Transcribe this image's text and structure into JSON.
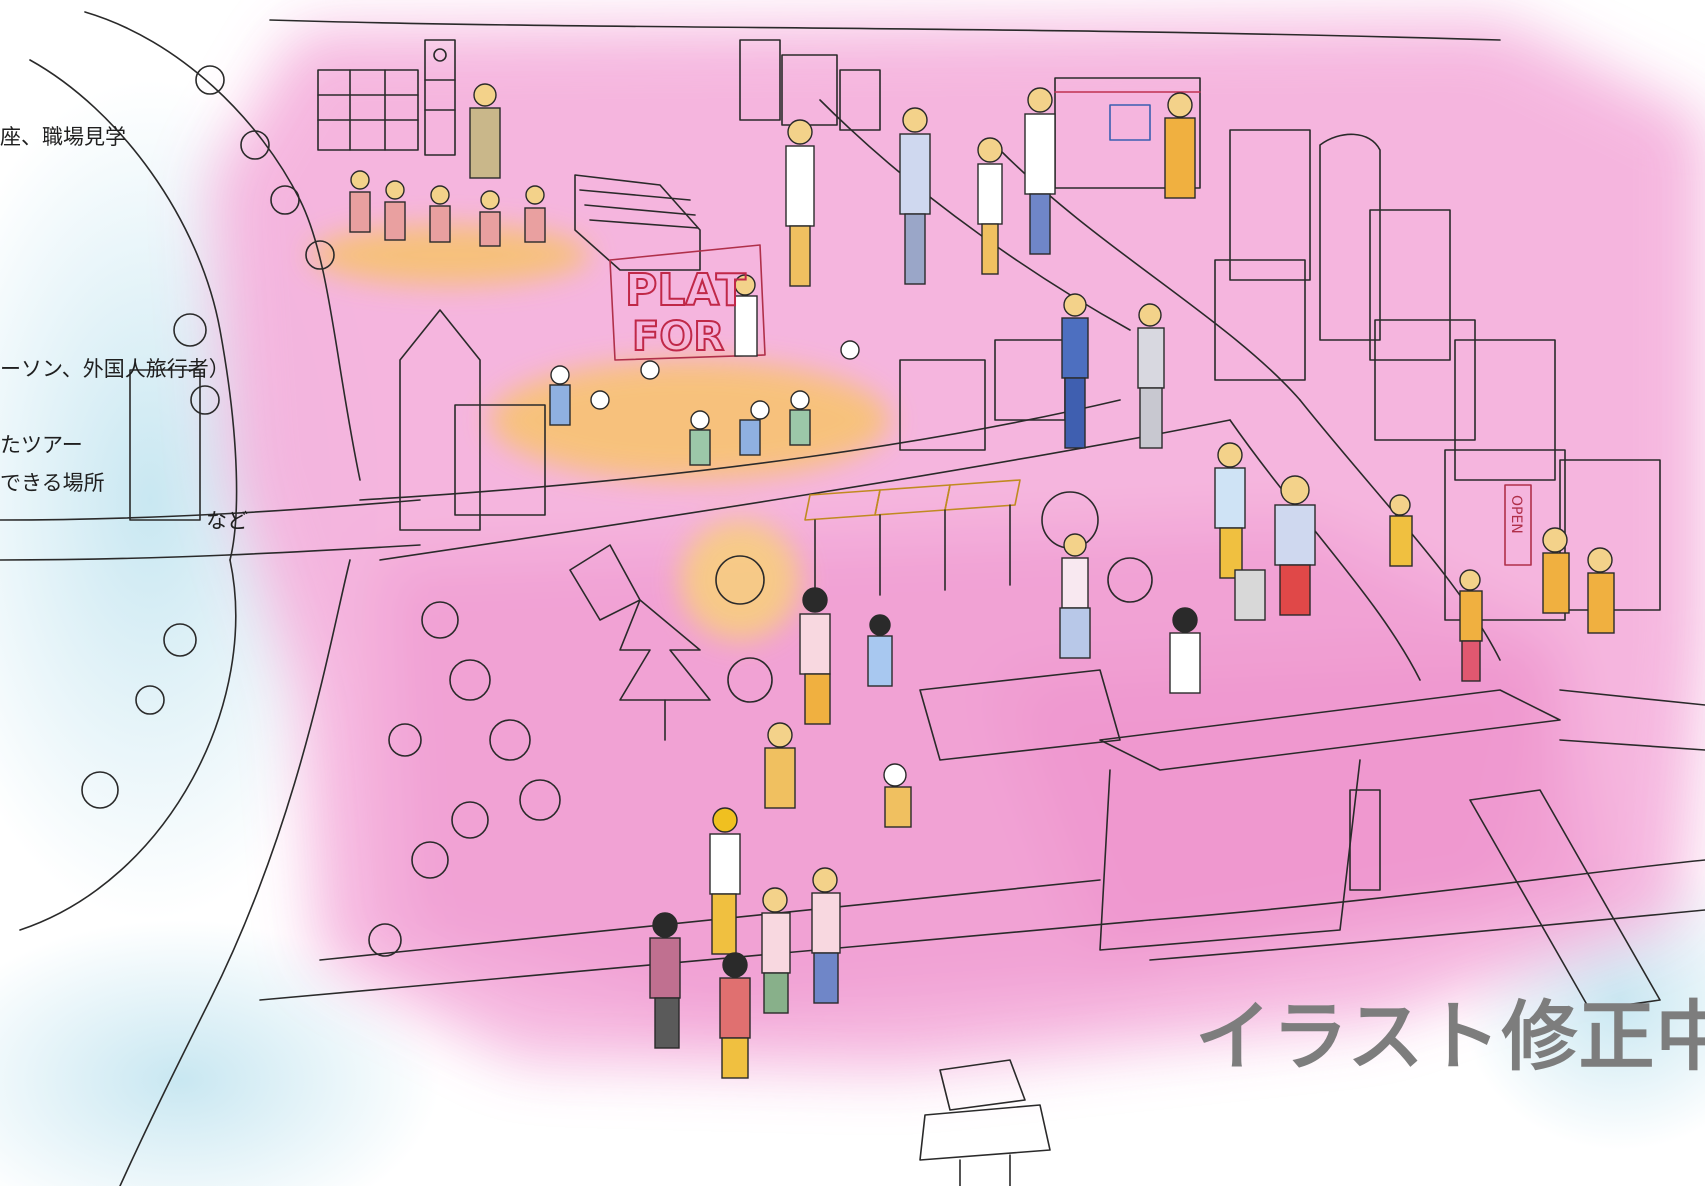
{
  "illustration": {
    "sign_text": [
      "PLAT",
      "FOR"
    ],
    "shop_sign": "OPEN",
    "colors": {
      "background": "#ffffff",
      "pink_wash": "#f4a6d4",
      "blue_wash": "#bfe3ef",
      "orange_wash": "#f6c46a",
      "line": "#2a2a2a"
    }
  },
  "captions": {
    "line1": "座、職場見学",
    "line2": "ーソン、外国人旅行者）",
    "line3": "たツアー",
    "line4": "できる場所",
    "line5": "など"
  },
  "stamp": "イラスト修正中"
}
